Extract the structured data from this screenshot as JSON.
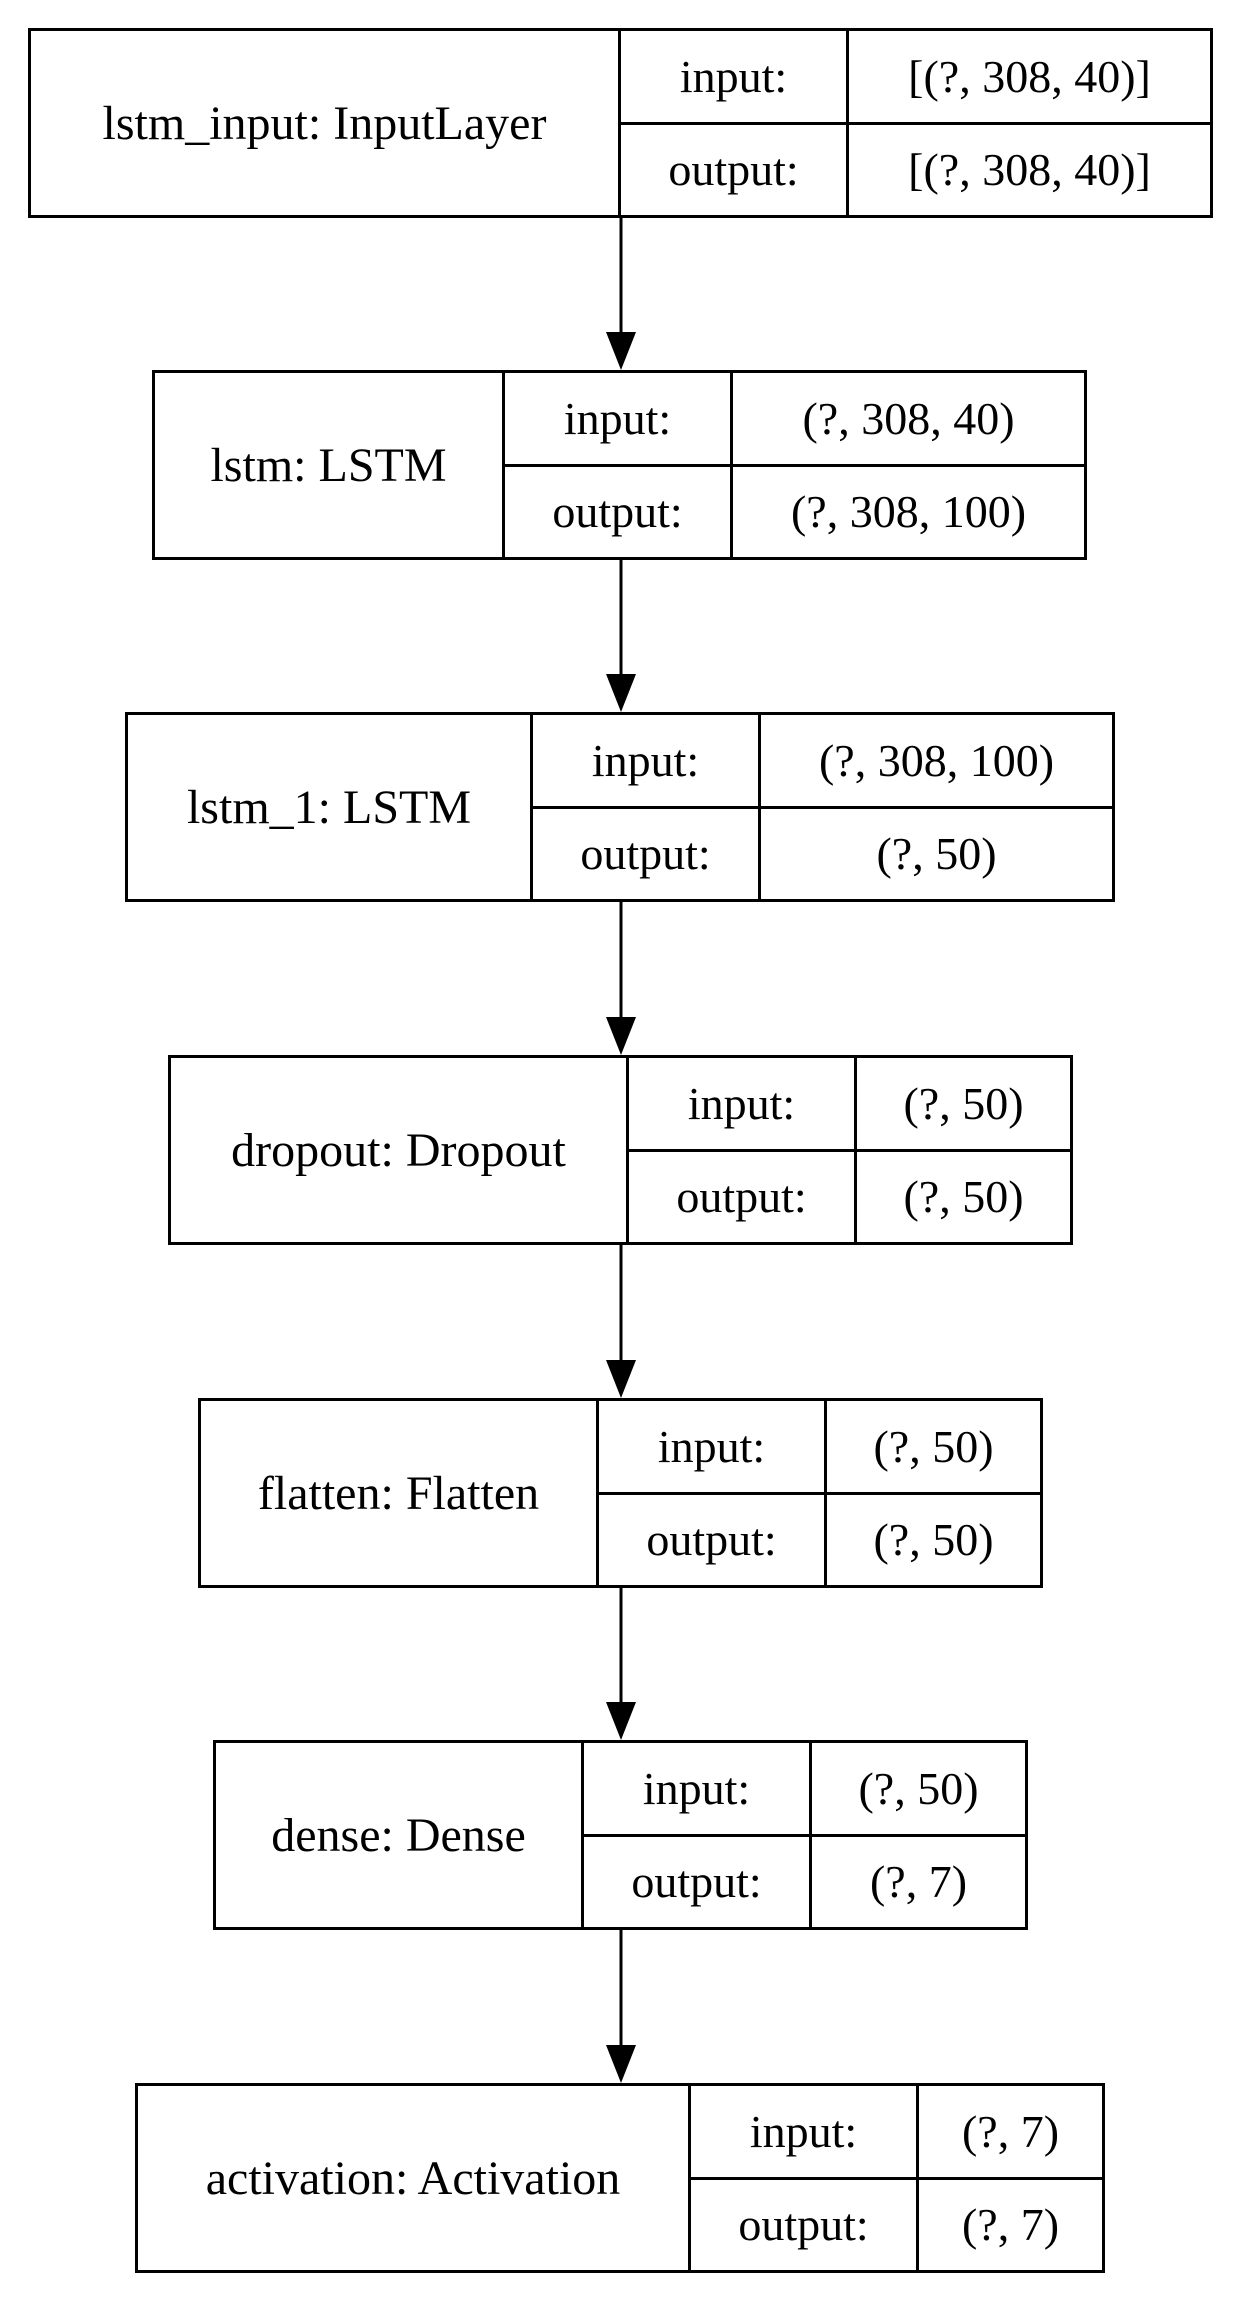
{
  "layers": [
    {
      "name": "lstm_input: InputLayer",
      "input_label": "input:",
      "input_value": "[(?, 308, 40)]",
      "output_label": "output:",
      "output_value": "[(?, 308, 40)]"
    },
    {
      "name": "lstm: LSTM",
      "input_label": "input:",
      "input_value": "(?, 308, 40)",
      "output_label": "output:",
      "output_value": "(?, 308, 100)"
    },
    {
      "name": "lstm_1: LSTM",
      "input_label": "input:",
      "input_value": "(?, 308, 100)",
      "output_label": "output:",
      "output_value": "(?, 50)"
    },
    {
      "name": "dropout: Dropout",
      "input_label": "input:",
      "input_value": "(?, 50)",
      "output_label": "output:",
      "output_value": "(?, 50)"
    },
    {
      "name": "flatten: Flatten",
      "input_label": "input:",
      "input_value": "(?, 50)",
      "output_label": "output:",
      "output_value": "(?, 50)"
    },
    {
      "name": "dense: Dense",
      "input_label": "input:",
      "input_value": "(?, 50)",
      "output_label": "output:",
      "output_value": "(?, 7)"
    },
    {
      "name": "activation: Activation",
      "input_label": "input:",
      "input_value": "(?, 7)",
      "output_label": "output:",
      "output_value": "(?, 7)"
    }
  ],
  "edges": [
    {
      "from": "lstm_input: InputLayer",
      "to": "lstm: LSTM"
    },
    {
      "from": "lstm: LSTM",
      "to": "lstm_1: LSTM"
    },
    {
      "from": "lstm_1: LSTM",
      "to": "dropout: Dropout"
    },
    {
      "from": "dropout: Dropout",
      "to": "flatten: Flatten"
    },
    {
      "from": "flatten: Flatten",
      "to": "dense: Dense"
    },
    {
      "from": "dense: Dense",
      "to": "activation: Activation"
    }
  ],
  "colors": {
    "stroke": "#000000",
    "background": "#ffffff"
  }
}
